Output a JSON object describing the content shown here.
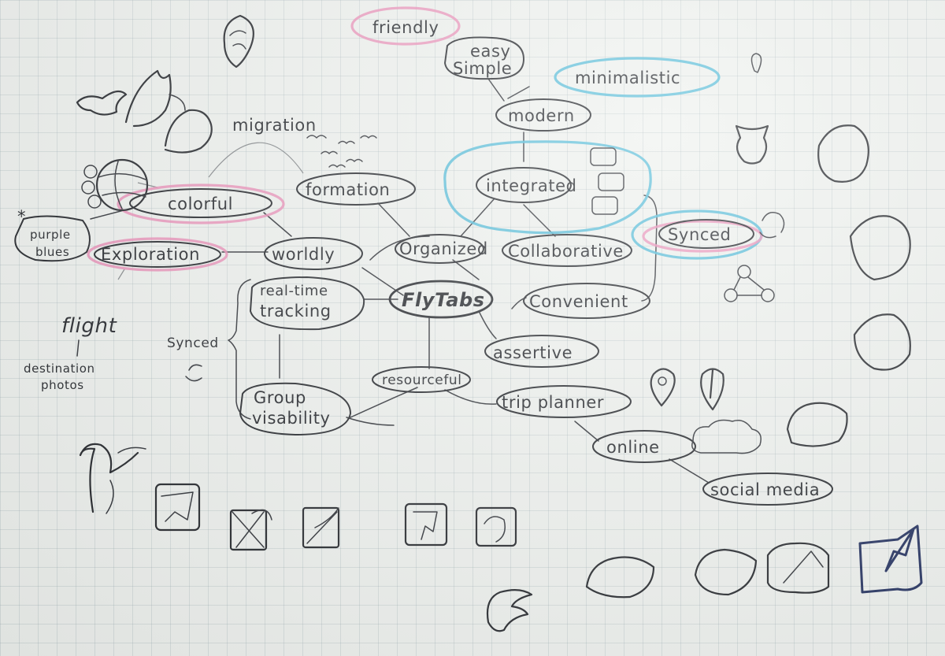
{
  "labels": {
    "center": "FlyTabs",
    "friendly": "friendly",
    "easy": "easy",
    "simple": "Simple",
    "minimalistic": "minimalistic",
    "modern": "modern",
    "integrated": "integrated",
    "collaborative": "Collaborative",
    "synced_right": "Synced",
    "organized": "Organized",
    "formation": "formation",
    "migration": "migration",
    "colorful": "colorful",
    "purple": "purple",
    "blues": "blues",
    "exploration": "Exploration",
    "worldly": "worldly",
    "realtime": "real-time",
    "tracking": "tracking",
    "convenient": "Convenient",
    "assertive": "assertive",
    "resourceful": "resourceful",
    "trip_planner": "trip planner",
    "online": "online",
    "social_media": "social media",
    "group": "Group",
    "visability": "visability",
    "synced_left": "Synced",
    "flight": "flight",
    "destination": "destination",
    "photos": "photos",
    "asterisk": "*"
  },
  "colors": {
    "ink": "#1e2126",
    "highlight_pink": "#e98ab4",
    "highlight_blue": "#4ab8d6",
    "logo_navy": "#1c2a5a"
  }
}
